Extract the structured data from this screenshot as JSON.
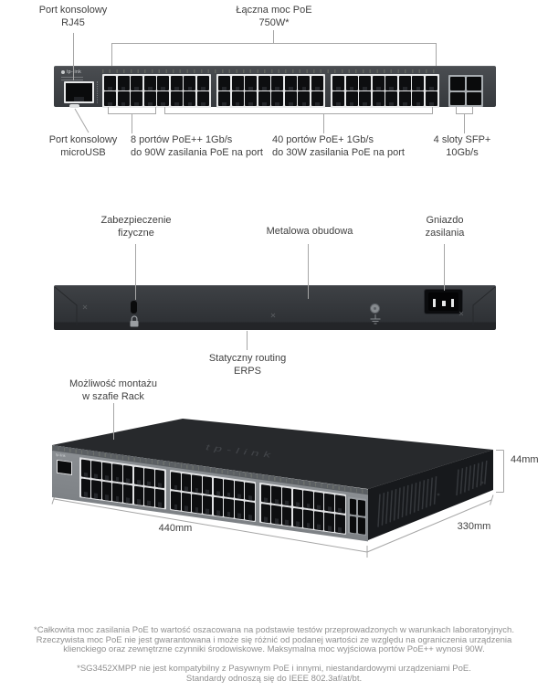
{
  "page": {
    "background": "#ffffff",
    "label_color": "#3f3f3f",
    "footnote_color": "#8f8f8f",
    "line_color": "#a6a6a6",
    "device_dark": "#36393d",
    "port_bezel": "#e8e9ea"
  },
  "brand": "tp-link",
  "front_view": {
    "console_rj45_label": "Port konsolowy\nRJ45",
    "total_poe_label": "Łączna moc PoE\n750W*",
    "console_usb_label": "Port konsolowy\nmicroUSB",
    "poe_plus_plus_label": "8 portów PoE++ 1Gb/s\ndo 90W zasilania PoE na port",
    "poe_plus_label": "40 portów PoE+ 1Gb/s\ndo 30W zasilania PoE na port",
    "sfp_label": "4 sloty SFP+\n10Gb/s",
    "ports": {
      "rj45_columns": 24,
      "rj45_rows": 2,
      "blocks": 3,
      "sfp_slots": 4
    }
  },
  "rear_view": {
    "security_label": "Zabezpieczenie\nfizyczne",
    "case_label": "Metalowa obudowa",
    "power_label": "Gniazdo\nzasilania",
    "routing_label": "Statyczny routing\nERPS"
  },
  "perspective_view": {
    "rack_label": "Możliwość montażu\nw szafie Rack",
    "height_label": "44mm",
    "width_label": "440mm",
    "depth_label": "330mm"
  },
  "footnotes": [
    "*Całkowita moc zasilania PoE to wartość oszacowana na podstawie testów przeprowadzonych w warunkach laboratoryjnych.\nRzeczywista moc PoE nie jest gwarantowana i może się różnić od podanej wartości ze względu na ograniczenia urządzenia\nklienckiego oraz zewnętrzne czynniki środowiskowe. Maksymalna moc wyjściowa portów PoE++ wynosi 90W.",
    "*SG3452XMPP nie jest kompatybilny z Pasywnym PoE i innymi, niestandardowymi urządzeniami PoE.\nStandardy odnoszą się do IEEE 802.3af/at/bt."
  ]
}
